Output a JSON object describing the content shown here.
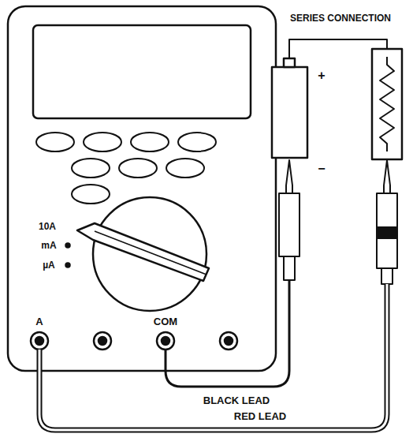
{
  "diagram": {
    "labels": [
      "SERIES CONNECTION",
      "+",
      "−",
      "10A",
      "mA",
      "µA",
      "A",
      "COM",
      "BLACK LEAD",
      "RED LEAD"
    ]
  }
}
